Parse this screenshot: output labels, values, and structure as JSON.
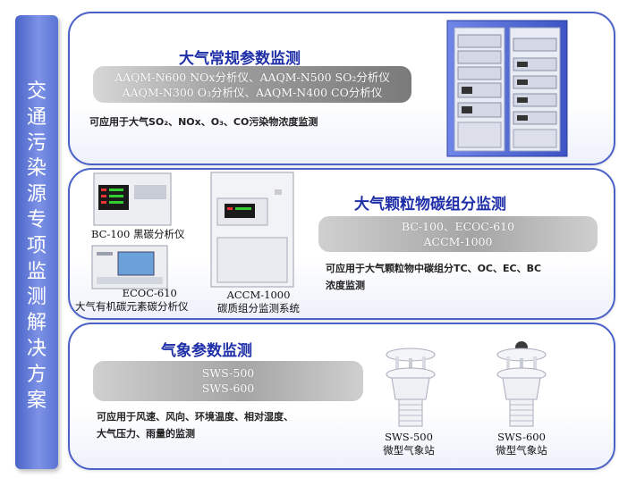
{
  "sidebar": {
    "chars": [
      "交",
      "通",
      "污",
      "染",
      "源",
      "专",
      "项",
      "监",
      "测",
      "解",
      "决",
      "方",
      "案"
    ]
  },
  "panel1": {
    "title": "大气常规参数监测",
    "pill_line1": "AAQM-N600 NOx分析仪、AAQM-N500 SO₂分析仪",
    "pill_line2": "AAQM-N300 O₃分析仪、AAQM-N400 CO分析仪",
    "desc": "可应用于大气SO₂、NOx、O₃、CO污染物浓度监测",
    "rack_icon": "instrument-rack-cabinet"
  },
  "panel2": {
    "title": "大气颗粒物碳组分监测",
    "pill_line1": "BC-100、ECOC-610",
    "pill_line2": "ACCM-1000",
    "desc_line1": "可应用于大气颗粒物中碳组分TC、OC、EC、BC",
    "desc_line2": "浓度监测",
    "bc100_caption": "BC-100 黑碳分析仪",
    "ecoc_caption_line1": "ECOC-610",
    "ecoc_caption_line2": "大气有机碳元素碳分析仪",
    "accm_caption_line1": "ACCM-1000",
    "accm_caption_line2": "碳质组分监测系统"
  },
  "panel3": {
    "title": "气象参数监测",
    "pill_line1": "SWS-500",
    "pill_line2": "SWS-600",
    "desc_line1": "可应用于风速、风向、环境温度、相对湿度、",
    "desc_line2": "大气压力、雨量的监测",
    "sws500_caption_line1": "SWS-500",
    "sws500_caption_line2": "微型气象站",
    "sws600_caption_line1": "SWS-600",
    "sws600_caption_line2": "微型气象站"
  },
  "colors": {
    "accent": "#4a62c8",
    "title": "#1f2fa8"
  }
}
